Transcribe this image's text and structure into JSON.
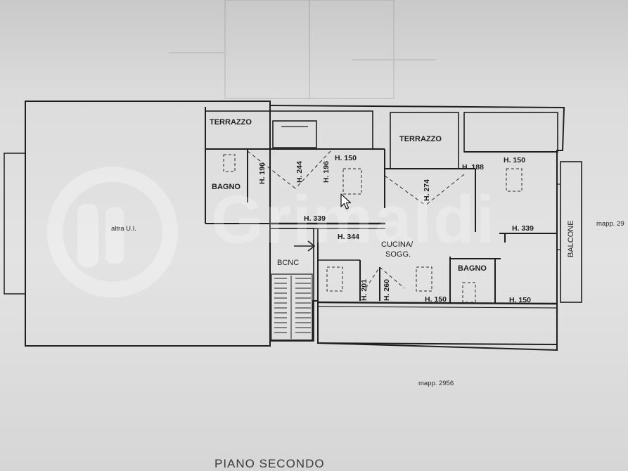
{
  "watermark": {
    "brand": "Grimaldi"
  },
  "plan": {
    "rooms": {
      "terrazzo_left": "TERRAZZO",
      "terrazzo_right": "TERRAZZO",
      "bagno_left": "BAGNO",
      "bagno_right": "BAGNO",
      "cucina": "CUCINA/",
      "cucina_2": "SOGG.",
      "bcnc": "BCNC",
      "balcone": "BALCONE",
      "altra_ui": "altra U.I."
    },
    "heights": {
      "h196_a": "H. 196",
      "h244": "H. 244",
      "h196_b": "H. 196",
      "h150_a": "H. 150",
      "h274": "H. 274",
      "h188": "H. 188",
      "h150_b": "H. 150",
      "h339_a": "H. 339",
      "h344": "H. 344",
      "h339_b": "H. 339",
      "h201": "H. 201",
      "h260": "H. 260",
      "h150_c": "H. 150",
      "h150_d": "H. 150"
    },
    "mapp_right": "mapp. 29",
    "mapp_bottom": "mapp. 2956",
    "title": "PIANO SECONDO"
  }
}
